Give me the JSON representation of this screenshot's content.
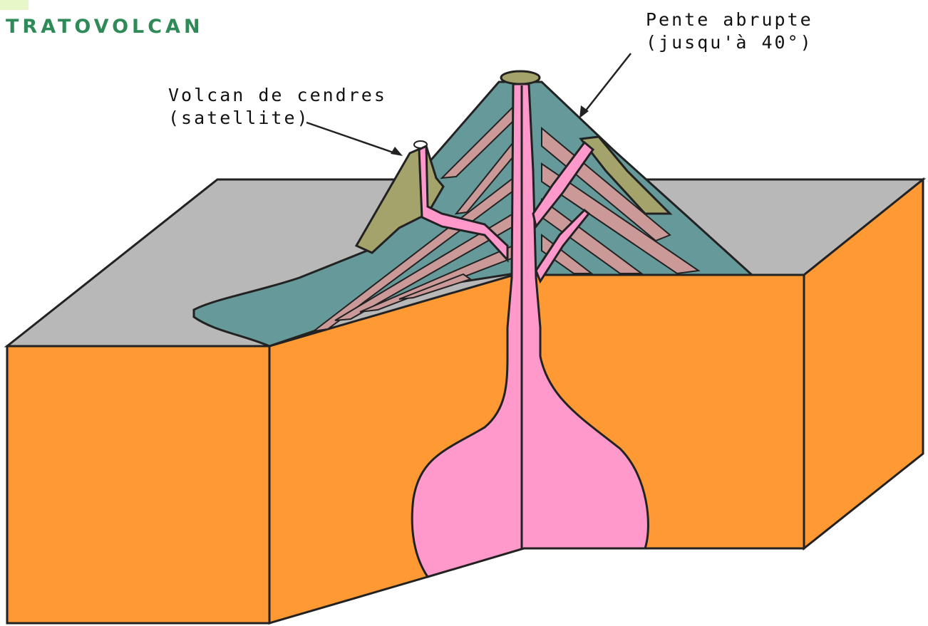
{
  "title": "TRATOVOLCAN",
  "annotations": {
    "satellite": {
      "line1": "Volcan de cendres",
      "line2": "(satellite)"
    },
    "slope": {
      "line1": "Pente abrupte",
      "line2": "(jusqu'à 40°)"
    }
  },
  "colors": {
    "title": "#2e8b57",
    "ground_surface": "#b8b8b8",
    "crust": "#ff9933",
    "magma": "#ff99cc",
    "volcano_cone": "#669999",
    "lava_layers": "#cc9999",
    "satellite_cone": "#a3a36b",
    "outline": "#222222"
  }
}
